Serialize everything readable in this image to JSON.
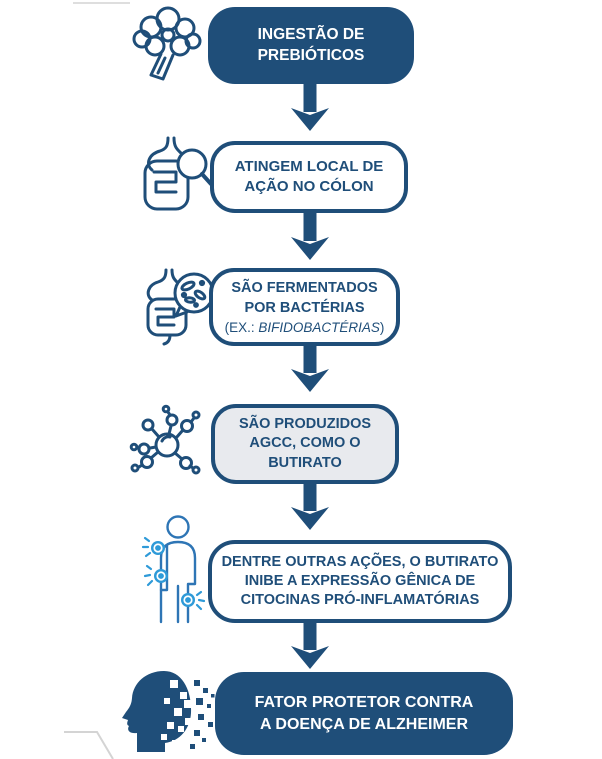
{
  "colors": {
    "primary_navy": "#1F4E79",
    "outline_box_bg": "#FFFFFF",
    "gray_box_bg": "#E8EAEE",
    "body_outline_blue": "#2E75B5",
    "pain_point_blue": "#2E9AD8",
    "decor_line_gray": "#D6D6D6",
    "text_on_solid": "#FFFFFF"
  },
  "flow": {
    "steps": [
      {
        "icon": "broccoli-icon",
        "variant": "solid",
        "lines": [
          "INGESTÃO DE",
          "PREBIÓTICOS"
        ]
      },
      {
        "icon": "gut-magnifier-icon",
        "variant": "outline",
        "lines": [
          "ATINGEM LOCAL DE",
          "AÇÃO NO CÓLON"
        ]
      },
      {
        "icon": "gut-bacteria-icon",
        "variant": "outline",
        "lines": [
          "SÃO FERMENTADOS",
          "POR BACTÉRIAS"
        ],
        "note": {
          "prefix": "(EX.: ",
          "italic": "BIFIDOBACTÉRIAS",
          "suffix": ")"
        }
      },
      {
        "icon": "molecule-icon",
        "variant": "gray",
        "lines": [
          "SÃO PRODUZIDOS",
          "AGCC, COMO O",
          "BUTIRATO"
        ]
      },
      {
        "icon": "body-inflammation-icon",
        "variant": "outline",
        "lines": [
          "DENTRE OUTRAS AÇÕES, O BUTIRATO",
          "INIBE A EXPRESSÃO GÊNICA DE",
          "CITOCINAS PRÓ-INFLAMATÓRIAS"
        ]
      },
      {
        "icon": "alzheimer-head-icon",
        "variant": "solid",
        "lines": [
          "FATOR PROTETOR CONTRA",
          "A DOENÇA DE ALZHEIMER"
        ]
      }
    ]
  }
}
